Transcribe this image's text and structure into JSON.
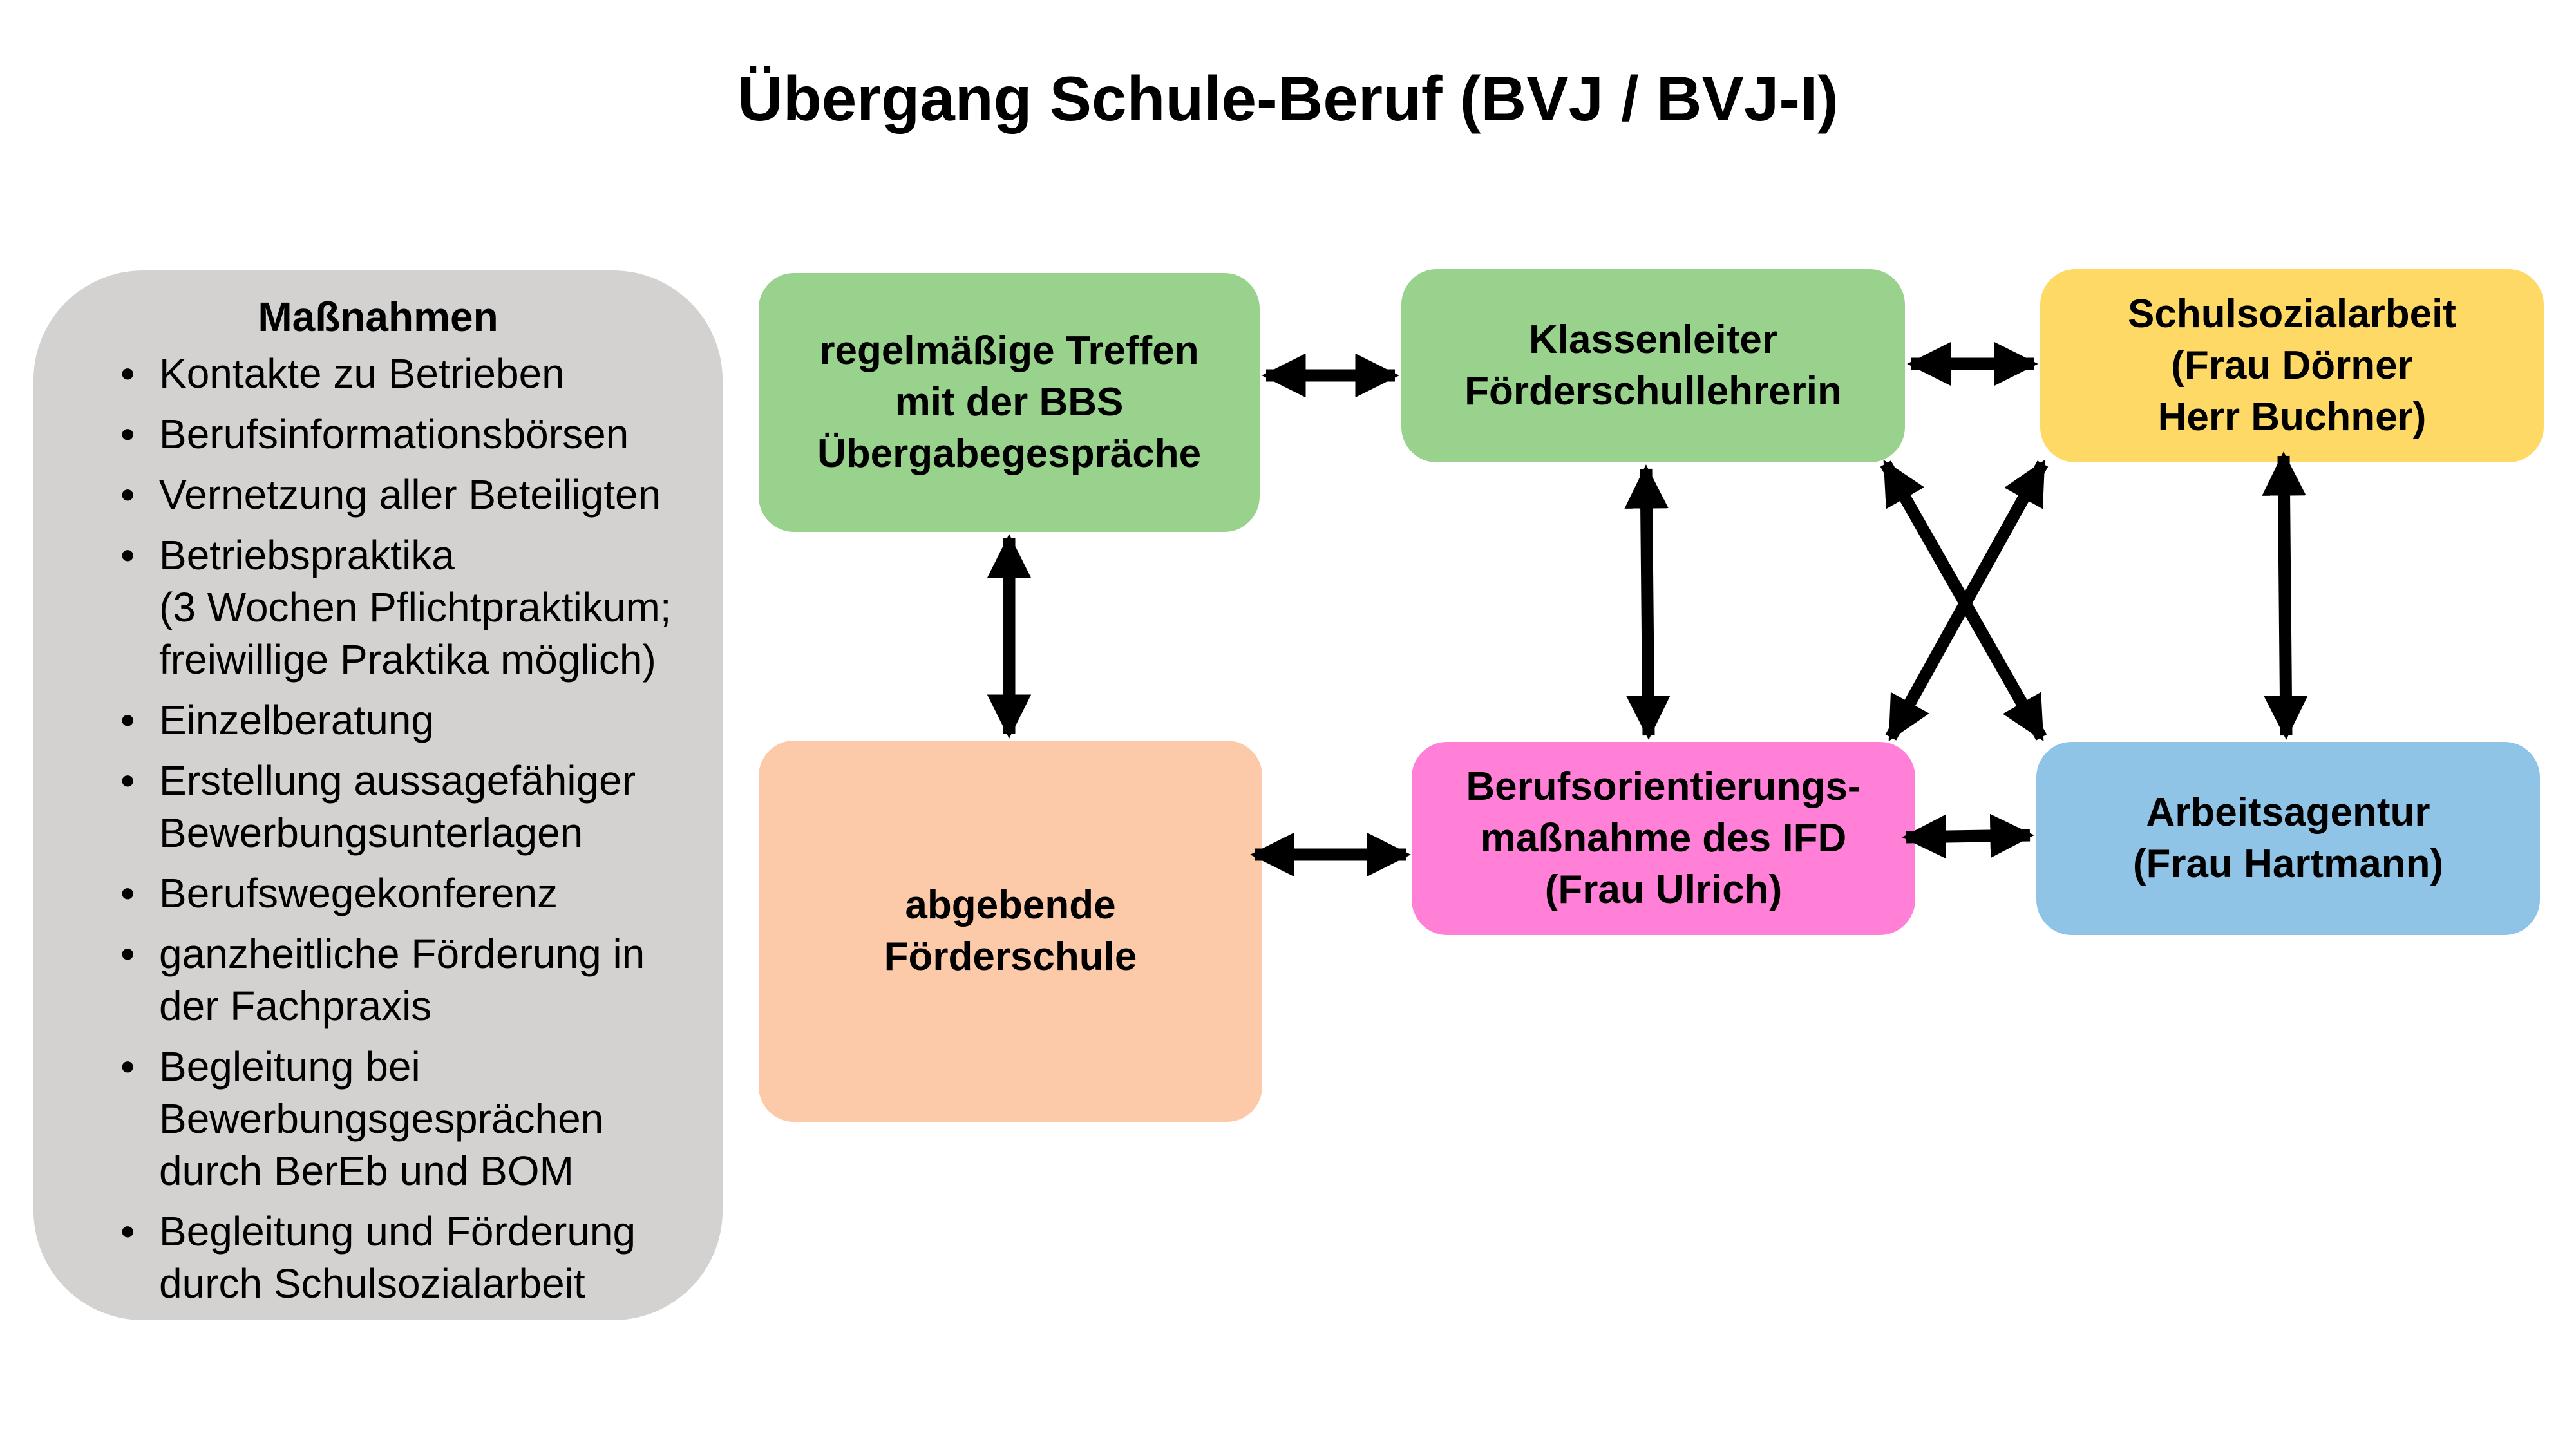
{
  "title": "Übergang Schule-Beruf (BVJ / BVJ-I)",
  "measures": {
    "heading": "Maßnahmen",
    "bullet": "•",
    "items": [
      "Kontakte zu Betrieben",
      "Berufsinformationsbörsen",
      "Vernetzung aller Beteiligten",
      "Betriebspraktika\n(3 Wochen Pflichtpraktikum;\nfreiwillige Praktika möglich)",
      "Einzelberatung",
      "Erstellung aussagefähiger\nBewerbungsunterlagen",
      "Berufswegekonferenz",
      "ganzheitliche Förderung in\nder Fachpraxis",
      "Begleitung bei\nBewerbungsgesprächen\ndurch BerEb und BOM",
      "Begleitung und Förderung\ndurch Schulsozialarbeit"
    ]
  },
  "nodes": {
    "treffen": "regelmäßige Treffen\nmit der BBS\nÜbergabegespräche",
    "klassenleiter": "Klassenleiter\nFörderschullehrerin",
    "schulsozialarbeit": "Schulsozialarbeit\n(Frau Dörner\nHerr Buchner)",
    "foerderschule": "abgebende\nFörderschule",
    "ifd": "Berufsorientierungs-\nmaßnahme des IFD\n(Frau Ulrich)",
    "arbeitsagentur": "Arbeitsagentur\n(Frau Hartmann)"
  },
  "colors": {
    "measures_panel": "#d3d2d1",
    "treffen": "#99d28c",
    "klassenleiter": "#99d28c",
    "schulsozialarbeit": "#ffd966",
    "foerderschule": "#fccaa8",
    "ifd": "#ff80d6",
    "arbeitsagentur": "#8fc4e6",
    "arrow": "#000000"
  },
  "connections": [
    {
      "from": "treffen",
      "to": "klassenleiter",
      "direction": "both"
    },
    {
      "from": "klassenleiter",
      "to": "schulsozialarbeit",
      "direction": "both"
    },
    {
      "from": "treffen",
      "to": "foerderschule",
      "direction": "both"
    },
    {
      "from": "klassenleiter",
      "to": "ifd",
      "direction": "both"
    },
    {
      "from": "schulsozialarbeit",
      "to": "arbeitsagentur",
      "direction": "both"
    },
    {
      "from": "klassenleiter",
      "to": "arbeitsagentur",
      "direction": "both"
    },
    {
      "from": "schulsozialarbeit",
      "to": "ifd",
      "direction": "both"
    },
    {
      "from": "foerderschule",
      "to": "ifd",
      "direction": "both"
    },
    {
      "from": "ifd",
      "to": "arbeitsagentur",
      "direction": "both"
    }
  ]
}
